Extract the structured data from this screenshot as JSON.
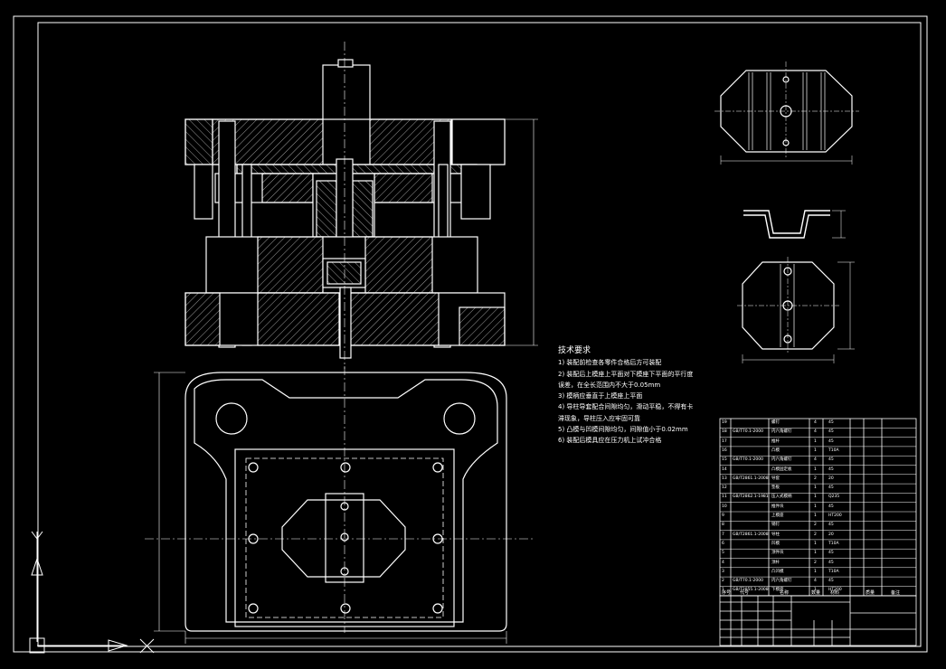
{
  "tech_requirements": {
    "title": "技术要求",
    "lines": [
      "1) 装配前检查各零件合格后方可装配",
      "2) 装配后上模座上平面对下模座下平面的平行度",
      "   误差，在全长范围内不大于0.05mm",
      "3) 模柄应垂直于上模座上平面",
      "4) 导柱导套配合间隙均匀，滑动平稳，不得有卡",
      "   滞现象，导柱压入应牢固可靠",
      "5) 凸模与凹模间隙均匀，间隙值小于0.02mm",
      "6) 装配后模具应在压力机上试冲合格"
    ]
  },
  "bom": {
    "rows": [
      {
        "no": "19",
        "std": "",
        "name": "螺钉",
        "qty": "4",
        "mat": "45"
      },
      {
        "no": "18",
        "std": "GB/T70.1-2000",
        "name": "内六角螺钉",
        "qty": "4",
        "mat": "45"
      },
      {
        "no": "17",
        "std": "",
        "name": "推杆",
        "qty": "1",
        "mat": "45"
      },
      {
        "no": "16",
        "std": "",
        "name": "凸模",
        "qty": "1",
        "mat": "T10A"
      },
      {
        "no": "15",
        "std": "GB/T70.1-2000",
        "name": "内六角螺钉",
        "qty": "4",
        "mat": "45"
      },
      {
        "no": "14",
        "std": "",
        "name": "凸模固定板",
        "qty": "1",
        "mat": "45"
      },
      {
        "no": "13",
        "std": "GB/T2861.1-2008",
        "name": "导套",
        "qty": "2",
        "mat": "20"
      },
      {
        "no": "12",
        "std": "",
        "name": "垫板",
        "qty": "1",
        "mat": "45"
      },
      {
        "no": "11",
        "std": "GB/T2862.1-1981",
        "name": "压入式模柄",
        "qty": "1",
        "mat": "Q235"
      },
      {
        "no": "10",
        "std": "",
        "name": "推件块",
        "qty": "1",
        "mat": "45"
      },
      {
        "no": "9",
        "std": "",
        "name": "上模座",
        "qty": "1",
        "mat": "HT200"
      },
      {
        "no": "8",
        "std": "",
        "name": "销钉",
        "qty": "2",
        "mat": "45"
      },
      {
        "no": "7",
        "std": "GB/T2861.1-2008",
        "name": "导柱",
        "qty": "2",
        "mat": "20"
      },
      {
        "no": "6",
        "std": "",
        "name": "凹模",
        "qty": "1",
        "mat": "T10A"
      },
      {
        "no": "5",
        "std": "",
        "name": "顶件块",
        "qty": "1",
        "mat": "45"
      },
      {
        "no": "4",
        "std": "",
        "name": "顶杆",
        "qty": "2",
        "mat": "45"
      },
      {
        "no": "3",
        "std": "",
        "name": "凸凹模",
        "qty": "1",
        "mat": "T10A"
      },
      {
        "no": "2",
        "std": "GB/T70.1-2000",
        "name": "内六角螺钉",
        "qty": "4",
        "mat": "45"
      },
      {
        "no": "1",
        "std": "GB/T2855.1-2008",
        "name": "下模座",
        "qty": "1",
        "mat": "HT200"
      }
    ],
    "header": {
      "no": "序号",
      "std": "代号",
      "name": "名称",
      "qty": "数量",
      "mat": "材料",
      "mass": "质量",
      "note": "备注"
    }
  },
  "colors": {
    "background": "#000000",
    "lines": "#ffffff",
    "hatch": "#c8c8c8"
  }
}
